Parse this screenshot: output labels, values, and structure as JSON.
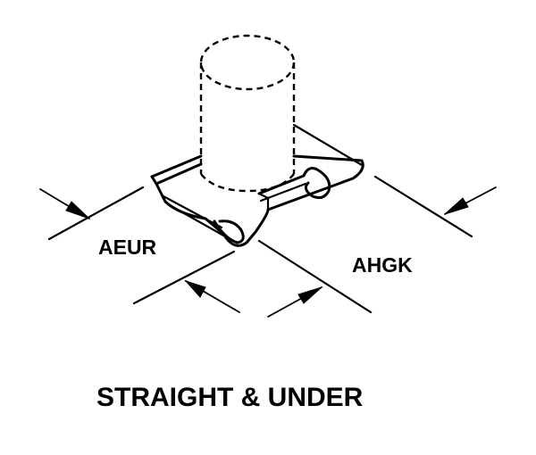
{
  "diagram": {
    "label_left": "AEUR",
    "label_right": "AHGK",
    "caption": "STRAIGHT & UNDER"
  },
  "colors": {
    "ink": "#000000",
    "background": "#ffffff"
  }
}
